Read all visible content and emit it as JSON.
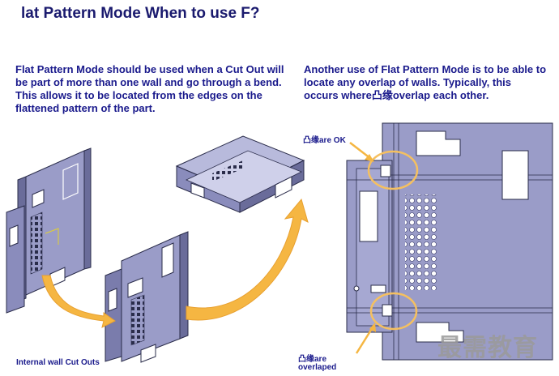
{
  "slide": {
    "title": "lat Pattern Mode When to use F?",
    "left_text": "Flat Pattern Mode should be used when a Cut Out will be part of more than one wall and go through a bend.  This allows it to be located from the edges on the flattened pattern of the part.",
    "right_text": "Another use of Flat Pattern Mode is to be able to locate any overlap of walls.  Typically, this occurs where凸缘overlap each other.",
    "caption_internal": "Internal wall Cut Outs",
    "caption_ok": "凸缘are OK",
    "caption_overlap_line1": "凸缘are",
    "caption_overlap_line2": "overlaped",
    "watermark": "最需教育"
  },
  "colors": {
    "text": "#1a1a8c",
    "title": "#1a1a6e",
    "part_fill": "#9a9cc8",
    "part_dark": "#5a5c8a",
    "arrow": "#f5b642",
    "highlight_circle": "#f5c060"
  }
}
